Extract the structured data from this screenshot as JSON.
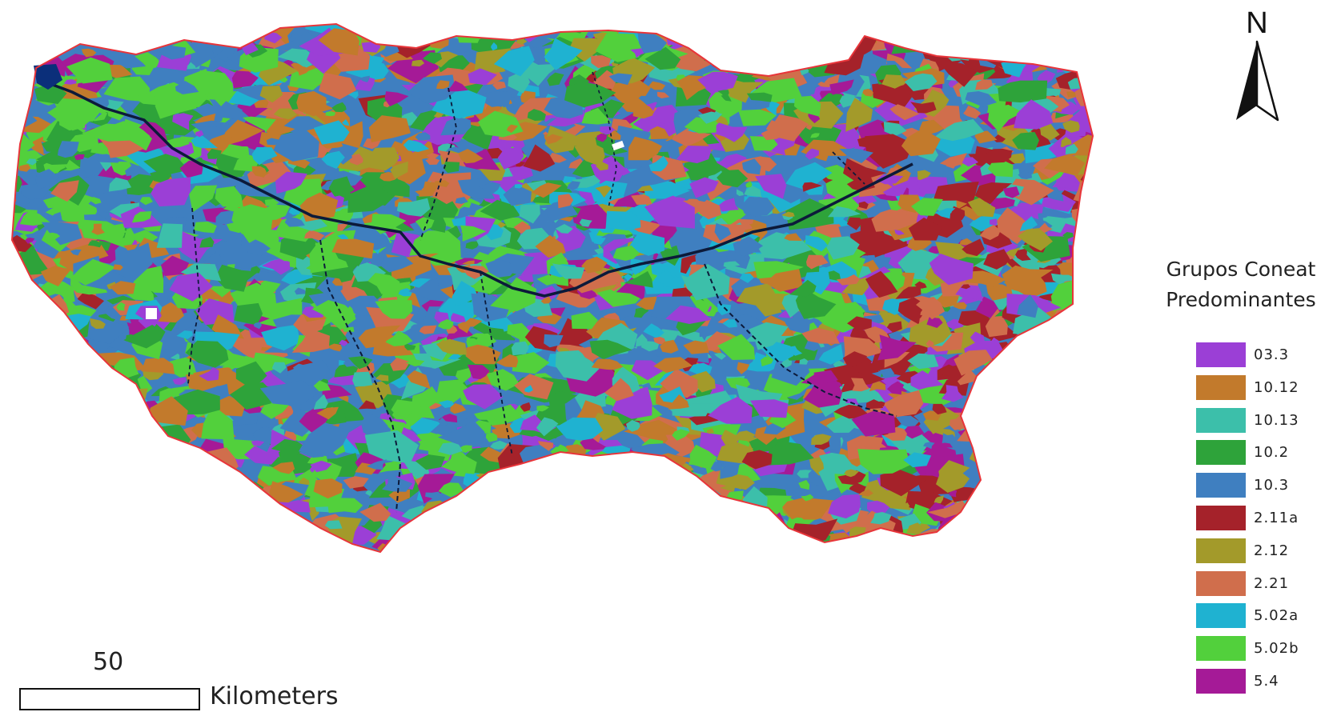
{
  "map": {
    "north_label": "N",
    "legend": {
      "title_line1": "Grupos Coneat",
      "title_line2": "Predominantes",
      "items": [
        {
          "label": "03.3",
          "color": "#9b3fd6"
        },
        {
          "label": "10.12",
          "color": "#c27a2c"
        },
        {
          "label": "10.13",
          "color": "#3cbfaa"
        },
        {
          "label": "10.2",
          "color": "#2ea33a"
        },
        {
          "label": "10.3",
          "color": "#3f7fc0"
        },
        {
          "label": "2.11a",
          "color": "#a5222a"
        },
        {
          "label": "2.12",
          "color": "#a39a2a"
        },
        {
          "label": "2.21",
          "color": "#d06e4c"
        },
        {
          "label": "5.02a",
          "color": "#1fb2d1"
        },
        {
          "label": "5.02b",
          "color": "#52d03c"
        },
        {
          "label": "5.4",
          "color": "#a51a97"
        }
      ]
    },
    "scale": {
      "value": "50",
      "unit": "Kilometers"
    }
  }
}
